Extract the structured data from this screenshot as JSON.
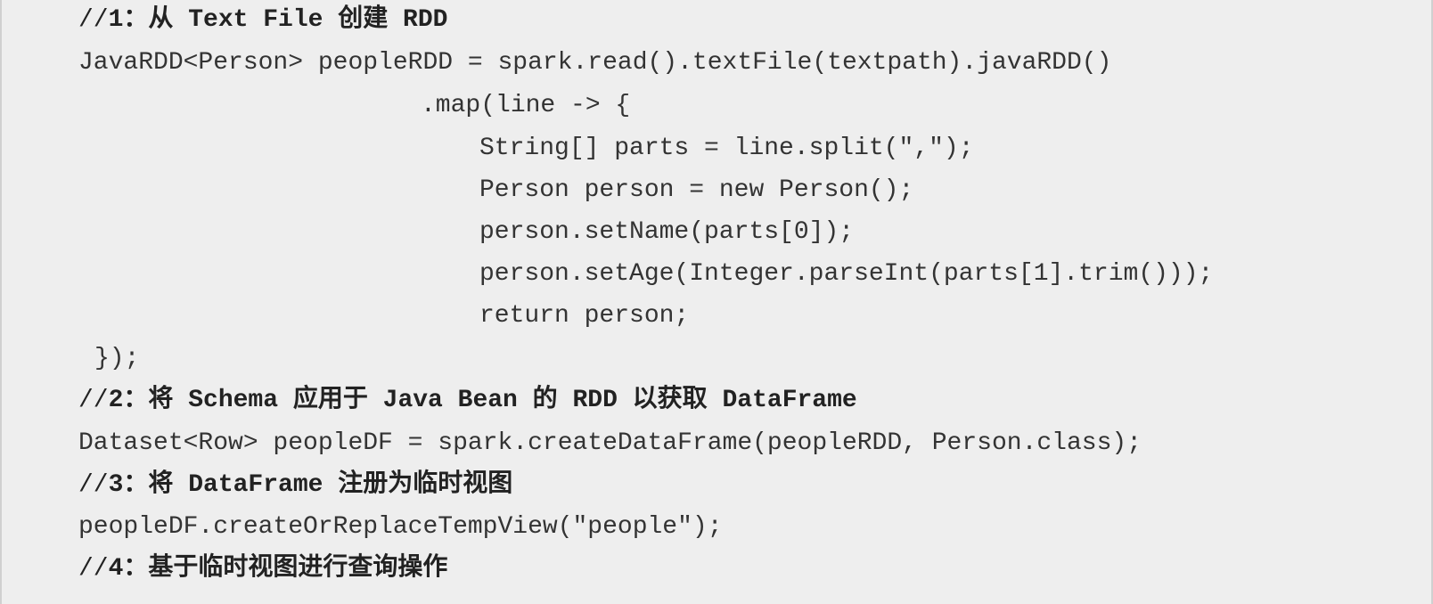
{
  "code": {
    "lines": [
      {
        "slashes": "//",
        "text": "1：从 Text File 创建 RDD"
      },
      {
        "text": "JavaRDD<Person> peopleRDD = spark.read().textFile(textpath).javaRDD()"
      },
      {
        "text": ".map(line -> {"
      },
      {
        "text": "String[] parts = line.split(\",\");"
      },
      {
        "text": "Person person = new Person();"
      },
      {
        "text": "person.setName(parts[0]);"
      },
      {
        "text": "person.setAge(Integer.parseInt(parts[1].trim()));"
      },
      {
        "text": "return person;"
      },
      {
        "text": "});"
      },
      {
        "slashes": "//",
        "text": "2：将 Schema 应用于 Java Bean 的 RDD 以获取 DataFrame"
      },
      {
        "text": "Dataset<Row> peopleDF = spark.createDataFrame(peopleRDD, Person.class);"
      },
      {
        "slashes": "//",
        "text": "3：将 DataFrame 注册为临时视图"
      },
      {
        "text": "peopleDF.createOrReplaceTempView(\"people\");"
      },
      {
        "slashes": "//",
        "text": "4：基于临时视图进行查询操作"
      }
    ]
  }
}
